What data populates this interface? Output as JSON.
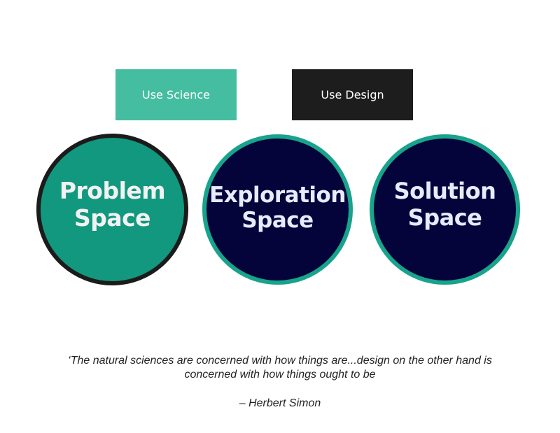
{
  "boxes": {
    "science": "Use Science",
    "design": "Use Design"
  },
  "circles": {
    "problem": {
      "line1": "Problem",
      "line2": "Space"
    },
    "exploration": {
      "line1": "Exploration",
      "line2": "Space"
    },
    "solution": {
      "line1": "Solution",
      "line2": "Space"
    }
  },
  "quote": {
    "line1": "‘The natural sciences are concerned with how things are...design on the other hand is",
    "line2": "concerned with how things ought to be",
    "author": "– Herbert Simon"
  },
  "colors": {
    "science_box": "#45bda0",
    "design_box": "#1d1d1d",
    "problem_fill": "#12987e",
    "problem_border": "#1b1b1b",
    "dark_fill": "#04033a",
    "teal_border": "#18a38b"
  }
}
